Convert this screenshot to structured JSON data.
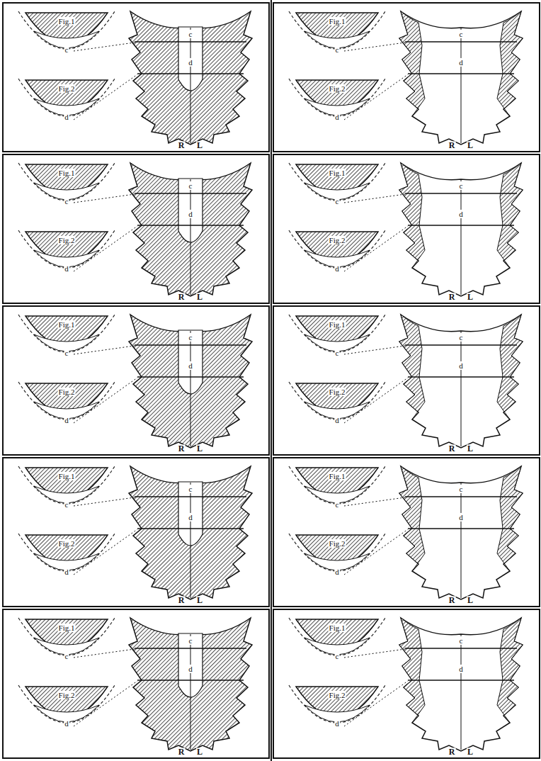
{
  "diagram": {
    "labels": [
      "Fig.1",
      "c",
      "Fig.2",
      "d",
      "c",
      "d",
      "R",
      "L",
      "Fig.1",
      "c",
      "Fig.2",
      "d",
      "c",
      "d",
      "R",
      "L",
      "Fig.1",
      "c",
      "Fig.2",
      "d",
      "c",
      "d",
      "R",
      "L",
      "Fig.1",
      "c",
      "Fig.2",
      "d",
      "c",
      "d",
      "R",
      "L",
      "Fig.1",
      "c",
      "Fig.2",
      "d",
      "c",
      "d",
      "R",
      "L",
      "Fig.1",
      "c",
      "Fig.2",
      "d",
      "c",
      "d",
      "R",
      "L",
      "Fig.1",
      "c",
      "Fig.2",
      "d",
      "c",
      "d",
      "R",
      "L",
      "Fig.1",
      "c",
      "Fig.2",
      "d",
      "c",
      "d",
      "R",
      "L",
      "Fig.1",
      "c",
      "Fig.2",
      "d",
      "c",
      "d",
      "R",
      "L",
      "Fig.1",
      "c",
      "Fig.2",
      "d",
      "c",
      "d",
      "R",
      "L"
    ]
  }
}
